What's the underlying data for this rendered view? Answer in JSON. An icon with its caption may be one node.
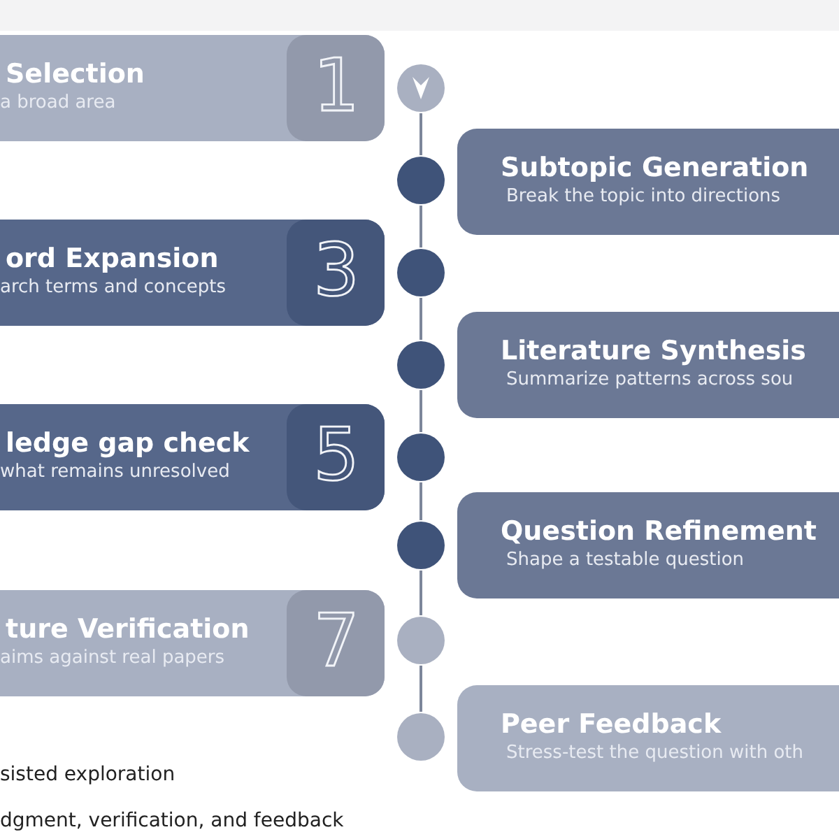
{
  "diagram": {
    "nodes": [
      {
        "text": [
          "Selection",
          "a broad area",
          "1"
        ]
      },
      {
        "text": [
          "Subtopic Generation",
          "Break the topic into directions"
        ]
      },
      {
        "text": [
          "ord Expansion",
          "arch terms and concepts",
          "3"
        ]
      },
      {
        "text": [
          "Literature Synthesis",
          "Summarize patterns across sou"
        ]
      },
      {
        "text": [
          "ledge gap check",
          "what remains unresolved",
          "5"
        ]
      },
      {
        "text": [
          "Question Refinement",
          "Shape a testable question"
        ]
      },
      {
        "text": [
          "ture Verification",
          "aims against real papers",
          "7"
        ]
      },
      {
        "text": [
          "Peer Feedback",
          "Stress-test the question with oth"
        ]
      },
      {
        "text": [],
        "shape": "circle"
      },
      {
        "text": [],
        "shape": "circle"
      },
      {
        "text": [],
        "shape": "circle"
      },
      {
        "text": [],
        "shape": "circle"
      },
      {
        "text": [],
        "shape": "circle"
      },
      {
        "text": [],
        "shape": "circle"
      },
      {
        "text": [],
        "shape": "circle"
      },
      {
        "text": [],
        "shape": "circle"
      }
    ],
    "edges": [
      {
        "from": 8,
        "to": 9,
        "arrow": "none"
      },
      {
        "from": 9,
        "to": 10,
        "arrow": "none"
      },
      {
        "from": 10,
        "to": 11,
        "arrow": "none"
      },
      {
        "from": 11,
        "to": 12,
        "arrow": "none"
      },
      {
        "from": 12,
        "to": 13,
        "arrow": "none"
      },
      {
        "from": 13,
        "to": 14,
        "arrow": "none"
      },
      {
        "from": 14,
        "to": 15,
        "arrow": "none"
      }
    ],
    "labels": [
      "sisted exploration",
      "dgment, verification, and feedback"
    ]
  }
}
